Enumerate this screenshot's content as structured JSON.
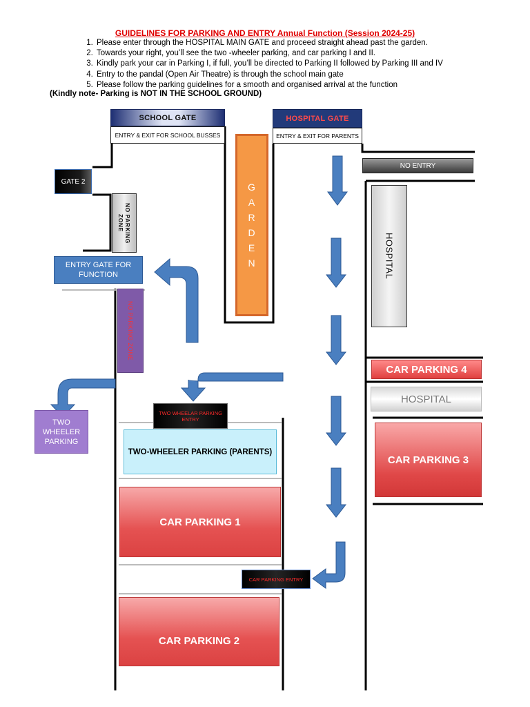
{
  "header": {
    "title": "GUIDELINES FOR PARKING AND ENTRY Annual Function (Session 2024-25)",
    "steps": [
      "Please enter through the HOSPITAL MAIN GATE and proceed straight ahead past the garden.",
      "Towards your right, you’ll see the two -wheeler parking, and car parking I and II.",
      "Kindly park your car in Parking I, if full, you’ll be directed to Parking II followed by Parking III and IV",
      "Entry to the pandal (Open Air Theatre) is through the school main gate",
      "Please follow the parking guidelines for a smooth and organised arrival at the function"
    ],
    "note": "(Kindly note- Parking is NOT IN THE SCHOOL GROUND)"
  },
  "map": {
    "school_gate": "SCHOOL GATE",
    "school_gate_sub": "ENTRY & EXIT FOR SCHOOL BUSSES",
    "hospital_gate": "HOSPITAL GATE",
    "hospital_gate_sub": "ENTRY & EXIT FOR PARENTS",
    "gate2": "GATE 2",
    "no_entry": "NO ENTRY",
    "garden_letters": [
      "G",
      "A",
      "R",
      "D",
      "E",
      "N"
    ],
    "hospital_vertical": "HOSPITAL",
    "no_parking_zone_1": "NO PARKING ZONE",
    "entry_gate_function": "ENTRY GATE FOR FUNCTION",
    "no_parking_zone_2": "NO PARKING ZONE",
    "car_parking_4": "CAR PARKING 4",
    "hospital_horizontal": "HOSPITAL",
    "two_wheeler_parking": "TWO WHEELER PARKING",
    "two_wheeler_entry": "TWO WHEELAR PARKING ENTRY",
    "two_wheeler_parents": "TWO-WHEELER PARKING (PARENTS)",
    "car_parking_3": "CAR PARKING 3",
    "car_parking_1": "CAR PARKING 1",
    "car_parking_entry": "CAR PARKING ENTRY",
    "car_parking_2": "CAR PARKING 2"
  },
  "colors": {
    "title_red": "#e00000",
    "arrow_blue": "#4a7fc0",
    "parking_red": "#e04848",
    "garden_orange": "#f59845",
    "no_parking_purple": "#7f5aa8"
  }
}
